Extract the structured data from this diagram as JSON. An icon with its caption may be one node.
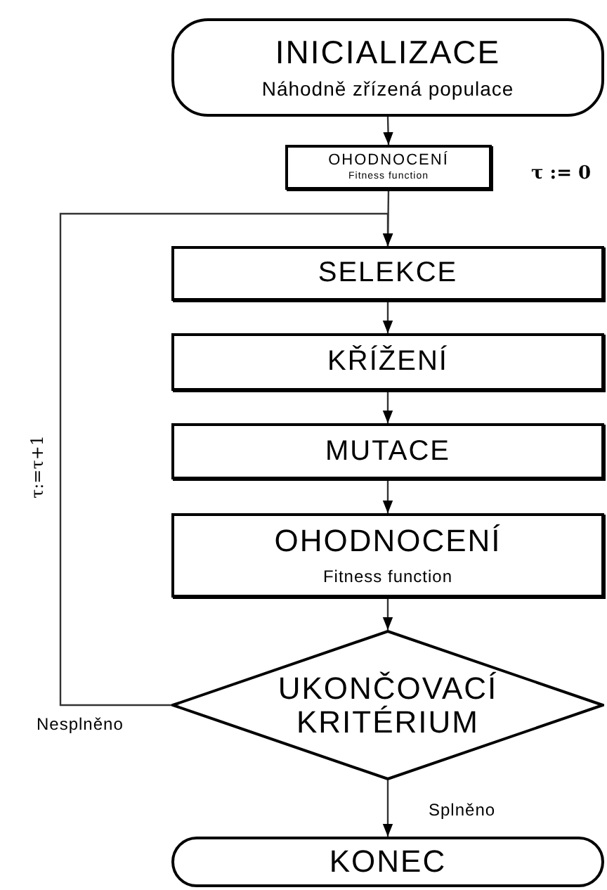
{
  "diagram": {
    "nodes": [
      {
        "text": [
          "INICIALIZACE",
          "Náhodně zřízená populace"
        ]
      },
      {
        "text": [
          "OHODNOCENÍ",
          "Fitness function"
        ],
        "beside": [
          "τ := 0"
        ]
      },
      {
        "text": [
          "SELEKCE"
        ]
      },
      {
        "text": [
          "KŘÍŽENÍ"
        ]
      },
      {
        "text": [
          "MUTACE"
        ]
      },
      {
        "text": [
          "OHODNOCENÍ",
          "Fitness function"
        ]
      },
      {
        "text": [
          "UKONČOVACÍ KRITÉRIUM"
        ]
      },
      {
        "text": [
          "KONEC"
        ]
      }
    ],
    "edges": [
      {
        "from": 0,
        "to": 1,
        "arrow": "to"
      },
      {
        "from": 1,
        "to": 2,
        "arrow": "to"
      },
      {
        "from": 2,
        "to": 3,
        "arrow": "to"
      },
      {
        "from": 3,
        "to": 4,
        "arrow": "to"
      },
      {
        "from": 4,
        "to": 5,
        "arrow": "to"
      },
      {
        "from": 5,
        "to": 6,
        "arrow": "to"
      },
      {
        "from": 6,
        "to": 7,
        "arrow": "to",
        "label": "Splněno"
      },
      {
        "from": 6,
        "to": 2,
        "arrow": "to",
        "label": "Nesplněno"
      }
    ],
    "labels": [
      "τ:=τ+1"
    ]
  }
}
